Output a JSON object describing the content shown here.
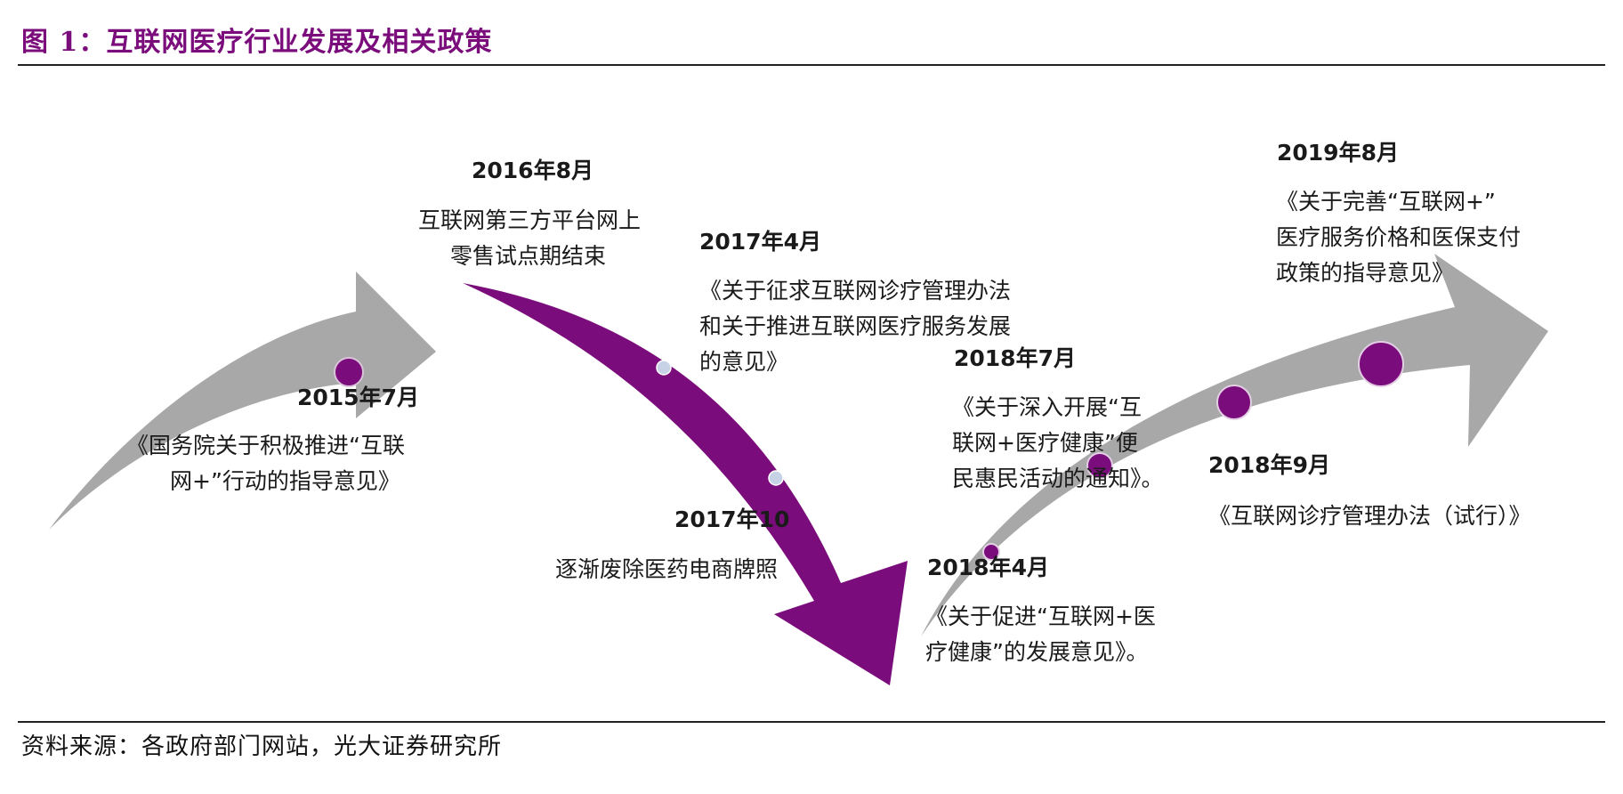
{
  "title": "图 1：互联网医疗行业发展及相关政策",
  "source": "资料来源：各政府部门网站，光大证券研究所",
  "colors": {
    "accent": "#7b0c7b",
    "arrow_gray": "#a8a8a8",
    "dot_light": "#c8d2e6"
  },
  "events": [
    {
      "date": "2015年7月",
      "text": [
        "《国务院关于积极推进“互联",
        "网+”行动的指导意见》"
      ]
    },
    {
      "date": "2016年8月",
      "text": [
        "互联网第三方平台网上",
        "零售试点期结束"
      ]
    },
    {
      "date": "2017年4月",
      "text": [
        "《关于征求互联网诊疗管理办法",
        "和关于推进互联网医疗服务发展",
        "的意见》"
      ]
    },
    {
      "date": "2017年10",
      "text": [
        "逐渐废除医药电商牌照"
      ]
    },
    {
      "date": "2018年4月",
      "text": [
        "《关于促进“互联网+医",
        "疗健康”的发展意见》。"
      ]
    },
    {
      "date": "2018年7月",
      "text": [
        "《关于深入开展“互",
        "联网+医疗健康”便",
        "民惠民活动的通知》。"
      ]
    },
    {
      "date": "2018年9月",
      "text": [
        "《互联网诊疗管理办法（试行）》"
      ]
    },
    {
      "date": "2019年8月",
      "text": [
        "《关于完善“互联网+”",
        "医疗服务价格和医保支付",
        "政策的指导意见》"
      ]
    }
  ]
}
